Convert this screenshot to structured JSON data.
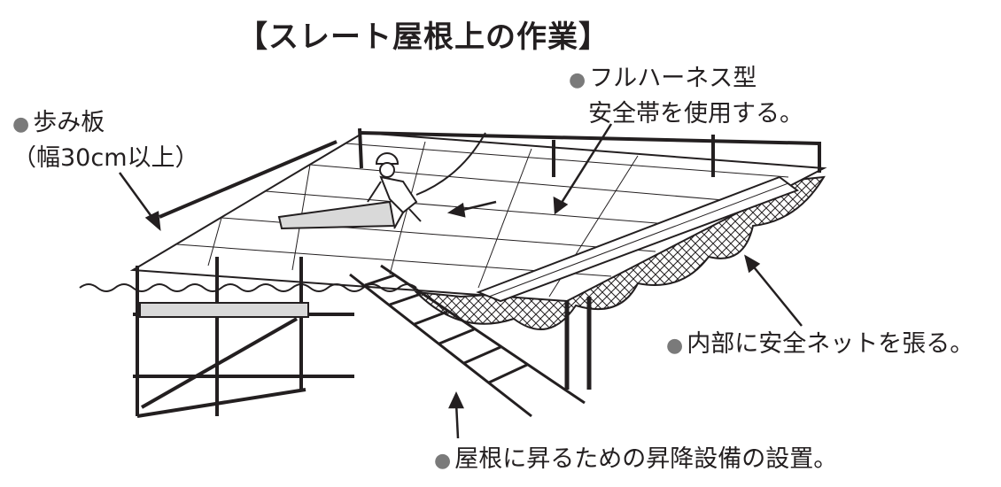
{
  "title": "【スレート屋根上の作業】",
  "labels": {
    "plank": {
      "bullet": "●",
      "line1": "歩み板",
      "line2": "（幅30cm以上）"
    },
    "harness": {
      "bullet": "●",
      "line1": "フルハーネス型",
      "line2": "安全帯を使用する。"
    },
    "net": {
      "bullet": "●",
      "line1": "内部に安全ネットを張る。"
    },
    "ladder": {
      "bullet": "●",
      "line1": "屋根に昇るための昇降設備の設置。"
    }
  },
  "colors": {
    "ink": "#231f20",
    "shade": "#d9d9d9"
  }
}
